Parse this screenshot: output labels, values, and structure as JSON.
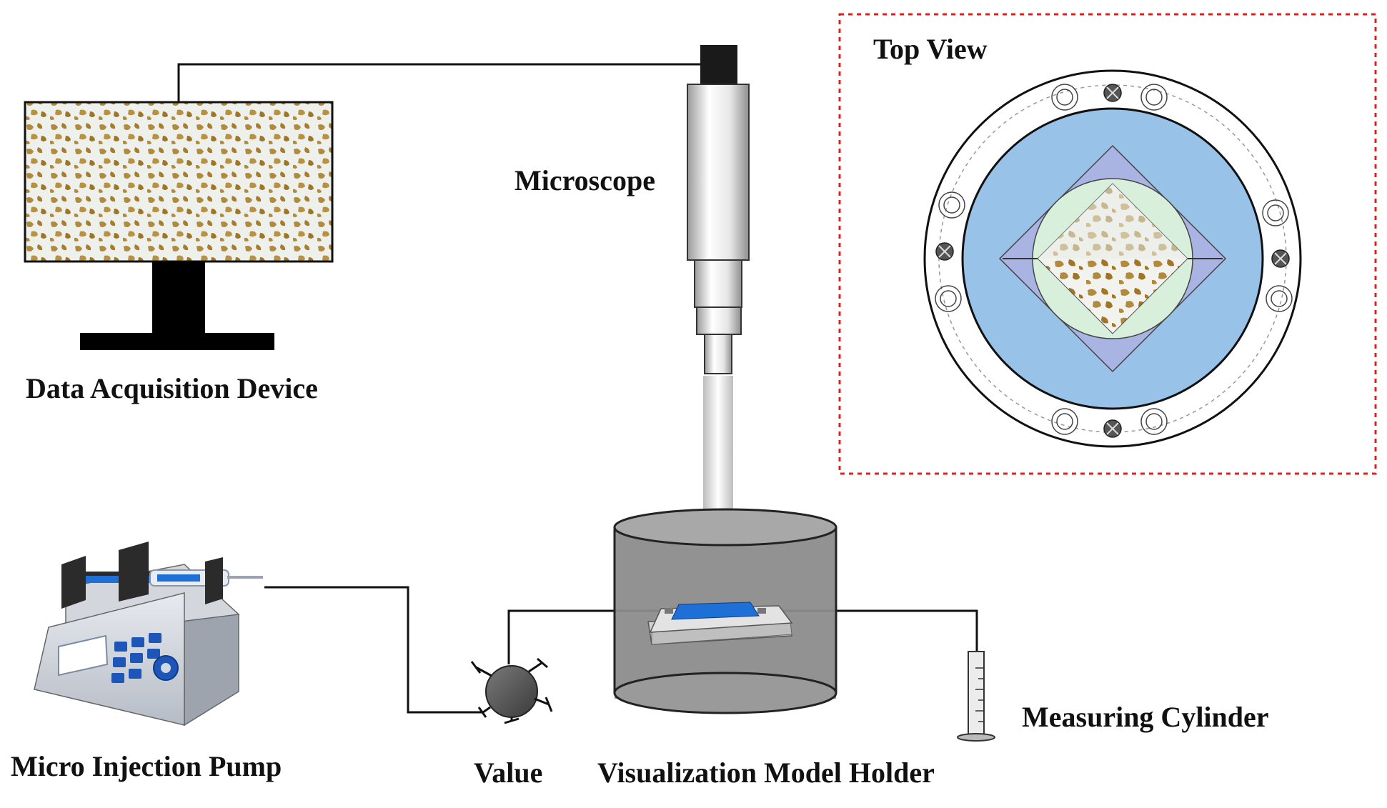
{
  "labels": {
    "data_acquisition": "Data Acquisition Device",
    "microscope": "Microscope",
    "top_view": "Top View",
    "micro_pump": "Micro Injection Pump",
    "valve": "Value",
    "model_holder": "Visualization Model Holder",
    "measuring_cylinder": "Measuring Cylinder"
  },
  "colors": {
    "line": "#111111",
    "dashed_frame": "#e02020",
    "holder_fill": "#8c8c8c",
    "model_blue": "#1e6fd6",
    "top_view_blue": "#99c2e8",
    "top_view_lavender": "#a9b4e2",
    "top_view_mint": "#d8efdc",
    "rock_brown": "#b08a3e",
    "pump_body": "#c9ced6",
    "pump_keys": "#1d55b8"
  },
  "icons": {
    "monitor": "monitor-icon",
    "microscope": "microscope-icon",
    "pump": "syringe-pump-icon",
    "valve": "valve-icon",
    "cylinder": "measuring-cylinder-icon",
    "holder": "model-holder-icon",
    "top_view": "cell-top-view-icon"
  }
}
